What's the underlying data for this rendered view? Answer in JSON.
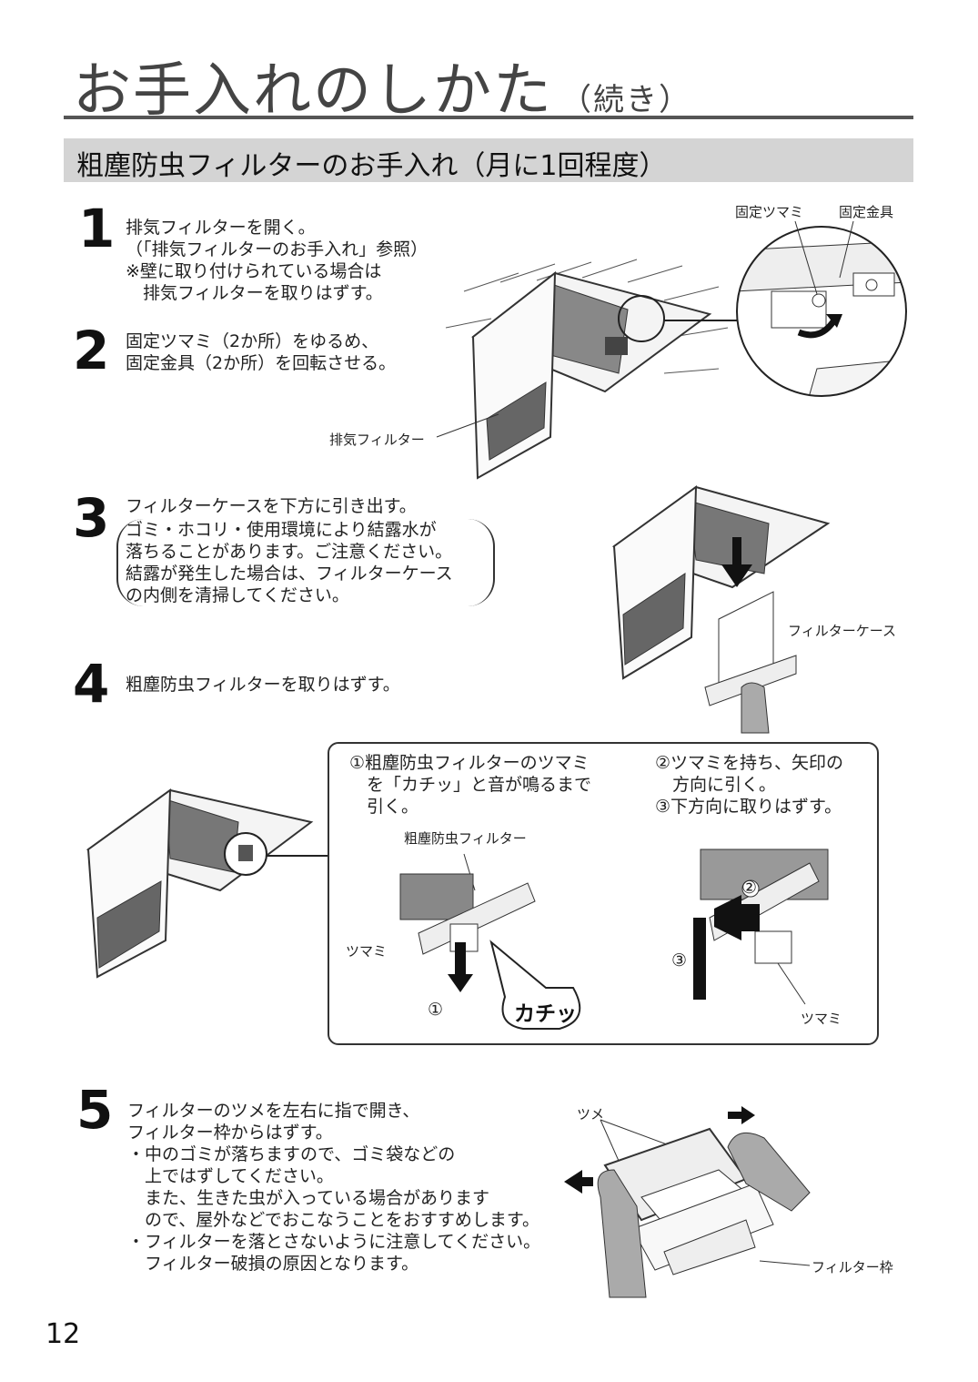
{
  "title": {
    "main": "お手入れのしかた",
    "sub": "（続き）"
  },
  "section_heading": "粗塵防虫フィルターのお手入れ（月に1回程度）",
  "steps": [
    {
      "num": "1",
      "text": "排気フィルターを開く。\n（「排気フィルターのお手入れ」参照）\n※壁に取り付けられている場合は\n　排気フィルターを取りはずす。"
    },
    {
      "num": "2",
      "text": "固定ツマミ（2か所）をゆるめ、\n固定金具（2か所）を回転させる。"
    },
    {
      "num": "3",
      "text": "フィルターケースを下方に引き出す。",
      "note": "ゴミ・ホコリ・使用環境により結露水が\n落ちることがあります。ご注意ください。\n結露が発生した場合は、フィルターケース\nの内側を清掃してください。"
    },
    {
      "num": "4",
      "text": "粗塵防虫フィルターを取りはずす。"
    },
    {
      "num": "5",
      "text": "フィルターのツメを左右に指で開き、\nフィルター枠からはずす。\n・中のゴミが落ちますので、ゴミ袋などの\n　上ではずしてください。\n　また、生きた虫が入っている場合があります\n　ので、屋外などでおこなうことをおすすめします。\n・フィルターを落とさないように注意してください。\n　フィルター破損の原因となります。"
    }
  ],
  "labels": {
    "fixed_knob": "固定ツマミ",
    "fixed_bracket": "固定金具",
    "exhaust_filter": "排気フィルター",
    "filter_case": "フィルターケース",
    "coarse_filter": "粗塵防虫フィルター",
    "knob": "ツマミ",
    "click": "カチッ",
    "circle1": "①",
    "circle2": "②",
    "circle3": "③",
    "claw": "ツメ",
    "filter_frame": "フィルター枠"
  },
  "panel": {
    "instr1": "①粗塵防虫フィルターのツマミ\n　を「カチッ」と音が鳴るまで\n　引く。",
    "instr2": "②ツマミを持ち、矢印の\n　方向に引く。\n③下方向に取りはずす。"
  },
  "page_number": "12"
}
